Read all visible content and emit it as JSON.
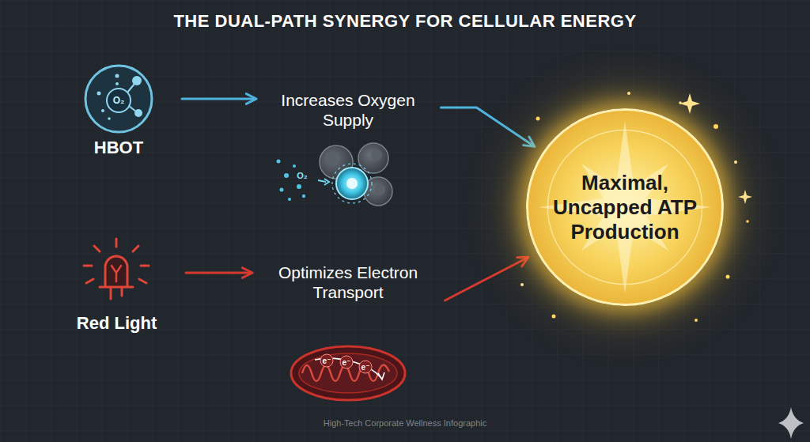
{
  "diagram": {
    "title": "THE DUAL-PATH SYNERGY FOR CELLULAR ENERGY",
    "caption": "High-Tech Corporate Wellness Infographic",
    "nodes": [
      {
        "text": [
          "HBOT"
        ]
      },
      {
        "text": [
          "Increases Oxygen Supply"
        ]
      },
      {
        "text": [
          "Red Light"
        ]
      },
      {
        "text": [
          "Optimizes Electron Transport"
        ]
      },
      {
        "text": [
          "Maximal, Uncapped ATP Production"
        ]
      }
    ],
    "edges": [
      {
        "from": 0,
        "to": 1,
        "arrow": "to"
      },
      {
        "from": 1,
        "to": 4,
        "arrow": "to"
      },
      {
        "from": 2,
        "to": 3,
        "arrow": "to"
      },
      {
        "from": 3,
        "to": 4,
        "arrow": "to"
      }
    ],
    "labels": [
      "O₂",
      "O₂",
      "e⁻",
      "e⁻",
      "e⁻"
    ]
  }
}
